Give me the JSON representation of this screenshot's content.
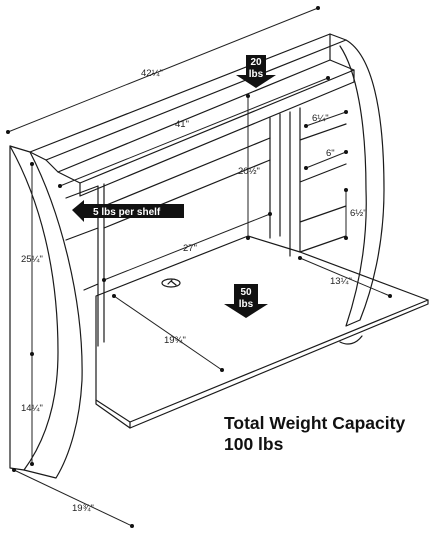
{
  "dimensions": {
    "top_width": "42¼\"",
    "shelf_width": "41\"",
    "right_top_gap": "6¼\"",
    "right_mid_gap": "6\"",
    "right_shelf_depth": "6½\"",
    "center_height": "20½\"",
    "inner_width": "27\"",
    "desk_depth": "13¼\"",
    "desk_width": "19¾\"",
    "side_height": "25¼\"",
    "lower_height": "14¼\"",
    "base_depth": "19¾\""
  },
  "weights": {
    "top_label_1": "20",
    "top_label_2": "lbs",
    "shelf_label": "5 lbs per shelf",
    "desk_label_1": "50",
    "desk_label_2": "lbs"
  },
  "capacity": {
    "line1": "Total Weight Capacity",
    "line2": "100 lbs"
  }
}
